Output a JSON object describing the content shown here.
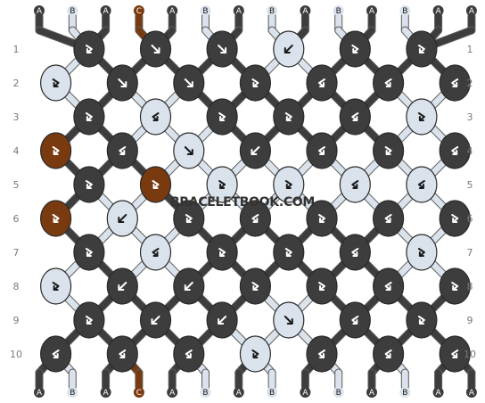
{
  "watermark": "BRACELETBOOK.COM",
  "colors": {
    "A": "#3d3d3d",
    "B": "#dae2ec",
    "C": "#7a3a10"
  },
  "top_labels": [
    "A",
    "B",
    "A",
    "C",
    "A",
    "B",
    "A",
    "B",
    "A",
    "B",
    "A",
    "B",
    "A",
    "A"
  ],
  "bottom_labels": [
    "A",
    "B",
    "A",
    "C",
    "A",
    "B",
    "A",
    "B",
    "A",
    "B",
    "A",
    "B",
    "A",
    "A"
  ],
  "row_labels": [
    "1",
    "2",
    "3",
    "4",
    "5",
    "6",
    "7",
    "8",
    "9",
    "10"
  ],
  "rows": [
    [
      {
        "c": "A",
        "d": "rl"
      },
      {
        "c": "A",
        "d": "rr"
      },
      {
        "c": "A",
        "d": "rr"
      },
      {
        "c": "B",
        "d": "ll"
      },
      {
        "c": "A",
        "d": "rl"
      },
      {
        "c": "A",
        "d": "rl"
      }
    ],
    [
      {
        "c": "B",
        "d": "rl"
      },
      {
        "c": "A",
        "d": "rr"
      },
      {
        "c": "A",
        "d": "rr"
      },
      {
        "c": "A",
        "d": "rl"
      },
      {
        "c": "A",
        "d": "lr"
      },
      {
        "c": "A",
        "d": "lr"
      },
      {
        "c": "A",
        "d": "lr"
      }
    ],
    [
      {
        "c": "A",
        "d": "rl"
      },
      {
        "c": "B",
        "d": "lr"
      },
      {
        "c": "A",
        "d": "rl"
      },
      {
        "c": "A",
        "d": "rl"
      },
      {
        "c": "A",
        "d": "lr"
      },
      {
        "c": "B",
        "d": "rl"
      }
    ],
    [
      {
        "c": "C",
        "d": "rl"
      },
      {
        "c": "A",
        "d": "lr"
      },
      {
        "c": "B",
        "d": "rr"
      },
      {
        "c": "A",
        "d": "ll"
      },
      {
        "c": "A",
        "d": "lr"
      },
      {
        "c": "A",
        "d": "rl"
      },
      {
        "c": "A",
        "d": "lr"
      }
    ],
    [
      {
        "c": "A",
        "d": "rl"
      },
      {
        "c": "C",
        "d": "rl"
      },
      {
        "c": "B",
        "d": "rl"
      },
      {
        "c": "B",
        "d": "rl"
      },
      {
        "c": "B",
        "d": "lr"
      },
      {
        "c": "B",
        "d": "lr"
      }
    ],
    [
      {
        "c": "C",
        "d": "rl"
      },
      {
        "c": "B",
        "d": "ll"
      },
      {
        "c": "A",
        "d": "rl"
      },
      {
        "c": "A",
        "d": "lr"
      },
      {
        "c": "A",
        "d": "rl"
      },
      {
        "c": "A",
        "d": "lr"
      },
      {
        "c": "A",
        "d": "rl"
      }
    ],
    [
      {
        "c": "A",
        "d": "rl"
      },
      {
        "c": "B",
        "d": "lr"
      },
      {
        "c": "A",
        "d": "rl"
      },
      {
        "c": "A",
        "d": "rl"
      },
      {
        "c": "A",
        "d": "lr"
      },
      {
        "c": "B",
        "d": "rl"
      }
    ],
    [
      {
        "c": "B",
        "d": "rl"
      },
      {
        "c": "A",
        "d": "ll"
      },
      {
        "c": "A",
        "d": "ll"
      },
      {
        "c": "A",
        "d": "rl"
      },
      {
        "c": "A",
        "d": "rl"
      },
      {
        "c": "A",
        "d": "lr"
      },
      {
        "c": "A",
        "d": "rl"
      }
    ],
    [
      {
        "c": "A",
        "d": "rl"
      },
      {
        "c": "A",
        "d": "ll"
      },
      {
        "c": "A",
        "d": "ll"
      },
      {
        "c": "B",
        "d": "rr"
      },
      {
        "c": "A",
        "d": "lr"
      },
      {
        "c": "A",
        "d": "rl"
      }
    ],
    [
      {
        "c": "A",
        "d": "lr"
      },
      {
        "c": "A",
        "d": "lr"
      },
      {
        "c": "A",
        "d": "lr"
      },
      {
        "c": "B",
        "d": "rl"
      },
      {
        "c": "A",
        "d": "lr"
      },
      {
        "c": "A",
        "d": "lr"
      },
      {
        "c": "A",
        "d": "lr"
      }
    ]
  ]
}
